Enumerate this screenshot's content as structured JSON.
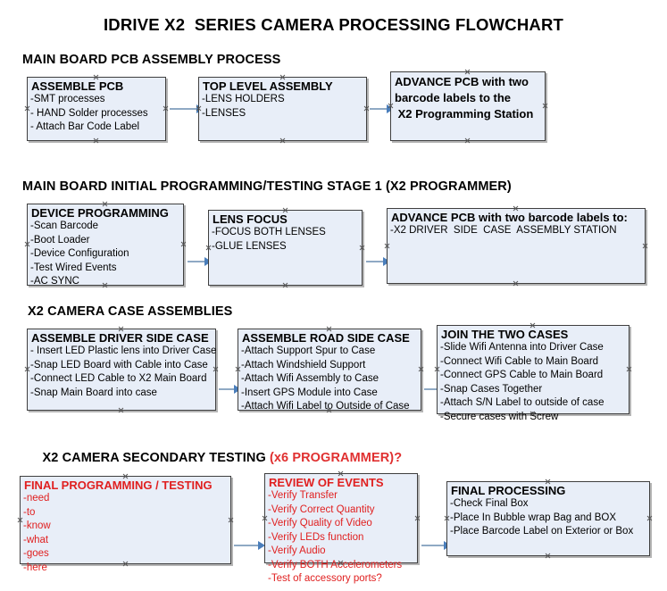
{
  "document": {
    "title": "IDRIVE X2  SERIES CAMERA PROCESSING FLOWCHART"
  },
  "sections": [
    {
      "id": "main-board-pcb-assembly",
      "heading": "MAIN BOARD PCB ASSEMBLY PROCESS",
      "heading_accent": ""
    },
    {
      "id": "main-board-initial-programming",
      "heading": "MAIN BOARD INITIAL PROGRAMMING/TESTING STAGE 1 (X2 PROGRAMMER)",
      "heading_accent": ""
    },
    {
      "id": "x2-camera-case-assemblies",
      "heading": "X2 CAMERA CASE ASSEMBLIES",
      "heading_accent": ""
    },
    {
      "id": "x2-camera-secondary-testing",
      "heading": "X2 CAMERA SECONDARY TESTING ",
      "heading_accent": "(x6 PROGRAMMER)?"
    }
  ],
  "boxes": {
    "assemble_pcb": {
      "title": "ASSEMBLE PCB",
      "lines": [
        "-SMT processes",
        "- HAND Solder processes",
        "- Attach Bar Code Label"
      ]
    },
    "top_level_assembly": {
      "title": "TOP LEVEL ASSEMBLY",
      "lines": [
        "-LENS HOLDERS",
        "-LENSES"
      ]
    },
    "advance_pcb_programming_station": {
      "title_l1": "ADVANCE PCB with two",
      "title_l2": "barcode labels to the",
      "title_l3": " X2 Programming Station",
      "lines": []
    },
    "device_programming": {
      "title": "DEVICE PROGRAMMING",
      "lines": [
        "-Scan Barcode",
        "-Boot Loader",
        "-Device Configuration",
        "-Test Wired Events",
        "-AC SYNC"
      ]
    },
    "lens_focus": {
      "title": "LENS FOCUS",
      "lines": [
        "-FOCUS BOTH LENSES",
        "-GLUE LENSES"
      ]
    },
    "advance_pcb_driver_side": {
      "title": "ADVANCE PCB with two barcode labels to:",
      "lines": [
        "-X2 DRIVER  SIDE  CASE  ASSEMBLY STATION"
      ]
    },
    "assemble_driver_side_case": {
      "title": "ASSEMBLE DRIVER SIDE CASE",
      "lines": [
        "- Insert LED Plastic lens into Driver Case",
        "-Snap LED Board with Cable into Case",
        "-Connect LED Cable to X2 Main Board",
        "-Snap Main Board into case"
      ]
    },
    "assemble_road_side_case": {
      "title": "ASSEMBLE ROAD SIDE CASE",
      "lines": [
        "-Attach Support Spur to Case",
        "-Attach Windshield Support",
        "-Attach Wifi Assembly to Case",
        "-Insert GPS Module into Case",
        "-Attach Wifi Label to Outside of Case"
      ]
    },
    "join_the_two_cases": {
      "title": "JOIN THE TWO CASES",
      "lines": [
        "-Slide Wifi Antenna into Driver Case",
        "-Connect Wifi Cable to Main Board",
        "-Connect GPS Cable to Main Board",
        "-Snap Cases Together",
        "-Attach S/N Label to outside of case",
        "-Secure cases with Screw"
      ]
    },
    "final_programming_testing": {
      "title": "FINAL PROGRAMMING / TESTING",
      "lines": [
        "-need",
        "-to",
        "-know",
        "-what",
        "-goes",
        "-here"
      ]
    },
    "review_of_events": {
      "title": "REVIEW OF EVENTS",
      "lines": [
        "-Verify Transfer",
        "-Verify Correct Quantity",
        "-Verify Quality of Video",
        "-Verify LEDs function",
        "-Verify Audio",
        "-Verify BOTH Accelerometers",
        "-Test of accessory ports?"
      ]
    },
    "final_processing": {
      "title": "FINAL PROCESSING",
      "lines": [
        "-Check Final Box",
        "-Place In Bubble wrap Bag and BOX",
        "-Place Barcode Label on Exterior or Box"
      ]
    }
  },
  "colors": {
    "box_fill": "#e8eef8",
    "box_border": "#3f3f3f",
    "accent_red": "#e02020",
    "arrow_line": "#8fa9c4",
    "arrow_head": "#4a7ebb"
  }
}
